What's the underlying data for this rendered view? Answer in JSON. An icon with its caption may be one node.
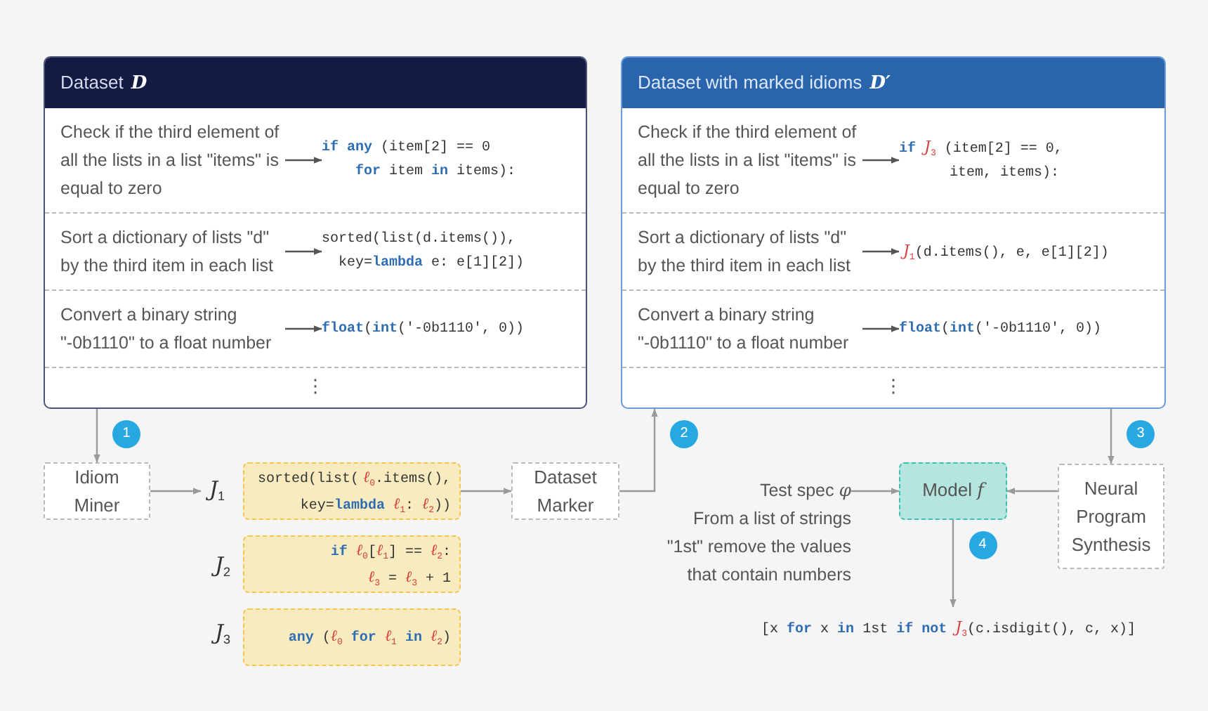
{
  "diagram": {
    "nodes": [
      {
        "text": [
          "Dataset **D**",
          "⋮"
        ]
      },
      {
        "text": [
          "Check if the third element of all the lists in a list \"items\" is equal to zero"
        ],
        "in": 0
      },
      {
        "text": [
          "**if** **any** (item[2] == 0 **for** item **in** items):"
        ],
        "in": 0
      },
      {
        "text": [
          "Sort a dictionary of lists \"d\" by the third item in each list"
        ],
        "in": 0
      },
      {
        "text": [
          "sorted(list(d.items()), key=**lambda** e: e[1][2])"
        ],
        "in": 0
      },
      {
        "text": [
          "Convert a binary string \"-0b1110\" to a float number"
        ],
        "in": 0
      },
      {
        "text": [
          "**float**(**int**('-0b1110', 0))"
        ],
        "in": 0
      },
      {
        "text": [
          "Dataset with marked idioms **D′**",
          "⋮"
        ]
      },
      {
        "text": [
          "Check if the third element of all the lists in a list \"items\" is equal to zero"
        ],
        "in": 7
      },
      {
        "text": [
          "**if** *J*$_{3}$ (item[2] == 0, item, items):"
        ],
        "in": 7
      },
      {
        "text": [
          "Sort a dictionary of lists \"d\" by the third item in each list"
        ],
        "in": 7
      },
      {
        "text": [
          "*J*$_{1}$(d.items(), e, e[1][2])"
        ],
        "in": 7
      },
      {
        "text": [
          "Convert a binary string \"-0b1110\" to a float number"
        ],
        "in": 7
      },
      {
        "text": [
          "**float**(**int**('-0b1110', 0))"
        ],
        "in": 7
      },
      {
        "text": [
          "Idiom Miner"
        ]
      },
      {
        "text": [
          "*J*$_{1}$"
        ]
      },
      {
        "text": [
          "sorted(list(*ℓ*$_{0}$.items(), key=**lambda** *ℓ*$_{1}$: *ℓ*$_{2}$))"
        ]
      },
      {
        "text": [
          "**if** *ℓ*$_{0}$[*ℓ*$_{1}$] == *ℓ*$_{2}$: *ℓ*$_{3}$ = *ℓ*$_{3}$ + 1"
        ],
        "beside": [
          "*J*$_{2}$"
        ]
      },
      {
        "text": [
          "**any** (*ℓ*$_{0}$ **for** *ℓ*$_{1}$ **in** *ℓ*$_{2}$)"
        ],
        "beside": [
          "*J*$_{3}$"
        ]
      },
      {
        "text": [
          "Dataset Marker"
        ]
      },
      {
        "text": [
          "Test spec *φ*",
          "From a list of strings \"1st\" remove the values that contain numbers"
        ]
      },
      {
        "text": [
          "Model *f*"
        ]
      },
      {
        "text": [
          "Neural Program Synthesis"
        ]
      },
      {
        "text": [
          "[x **for** x **in** 1st **if** **not** *J*$_{3}$(c.isdigit(), c, x)]"
        ]
      }
    ],
    "edges": [
      {
        "from": 1,
        "to": 2,
        "arrow": "to",
        "color": "#555555"
      },
      {
        "from": 3,
        "to": 4,
        "arrow": "to",
        "color": "#555555"
      },
      {
        "from": 5,
        "to": 6,
        "arrow": "to",
        "color": "#555555"
      },
      {
        "from": 8,
        "to": 9,
        "arrow": "to",
        "color": "#555555"
      },
      {
        "from": 10,
        "to": 11,
        "arrow": "to",
        "color": "#555555"
      },
      {
        "from": 12,
        "to": 13,
        "arrow": "to",
        "color": "#555555"
      },
      {
        "from": 0,
        "to": 14,
        "arrow": "to",
        "label": "1"
      },
      {
        "from": 14,
        "to": 15,
        "arrow": "to"
      },
      {
        "from": 16,
        "to": 19,
        "arrow": "to"
      },
      {
        "from": 19,
        "to": 7,
        "arrow": "to",
        "label": "2"
      },
      {
        "from": 7,
        "to": 22,
        "arrow": "to",
        "label": "3"
      },
      {
        "from": 22,
        "to": 21,
        "arrow": "to"
      },
      {
        "from": 20,
        "to": 21,
        "arrow": "to"
      },
      {
        "from": 21,
        "to": 23,
        "arrow": "to",
        "label": "4"
      }
    ]
  }
}
